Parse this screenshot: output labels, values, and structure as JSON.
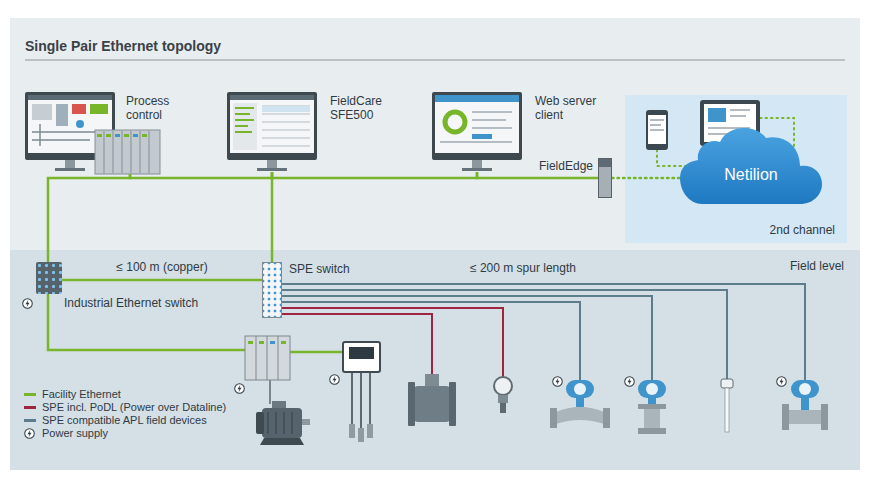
{
  "diagram": {
    "title": "Single Pair Ethernet topology",
    "nodes": [
      {
        "text": [
          "Process control"
        ]
      },
      {
        "text": [
          "FieldCare SFE500"
        ]
      },
      {
        "text": [
          "Web server client"
        ]
      },
      {
        "text": [
          "FieldEdge"
        ]
      },
      {
        "text": [
          "2nd channel"
        ]
      },
      {
        "text": [
          "Netilion"
        ],
        "in": 4
      },
      {
        "text": [
          "Industrial Ethernet switch"
        ]
      },
      {
        "text": [
          "SPE switch"
        ]
      }
    ],
    "edges": [
      {
        "from": 6,
        "to": 0,
        "arrow": "none"
      },
      {
        "from": 0,
        "to": 1,
        "arrow": "none"
      },
      {
        "from": 1,
        "to": 2,
        "arrow": "none"
      },
      {
        "from": 2,
        "to": 3,
        "arrow": "none"
      },
      {
        "from": 3,
        "to": 5,
        "arrow": "none"
      },
      {
        "from": 7,
        "to": 1,
        "arrow": "none"
      },
      {
        "from": 6,
        "to": 7,
        "label": "≤ 100 m (copper)",
        "arrow": "none"
      }
    ],
    "labels": [
      "≤ 200 m spur length",
      "Field level"
    ],
    "legend": [
      {
        "text": "Facility Ethernet",
        "color": "#78b52b"
      },
      {
        "text": "SPE incl. PoDL (Power over Dataline)",
        "color": "#9e2440"
      },
      {
        "text": "SPE compatible APL field devices",
        "color": "#5d7d8d"
      },
      {
        "text": "Power supply"
      }
    ]
  }
}
